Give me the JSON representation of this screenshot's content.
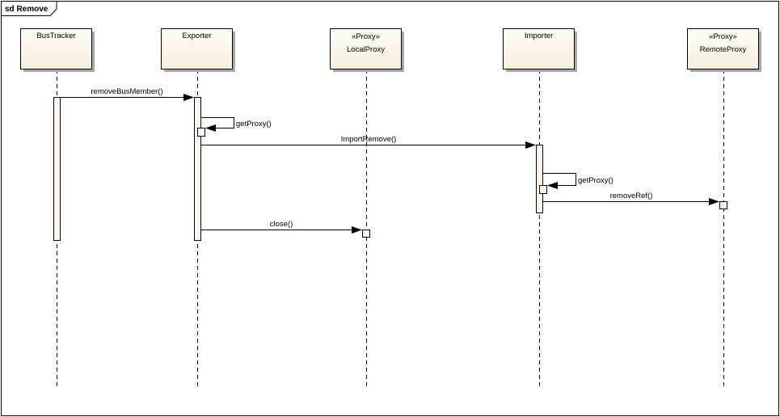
{
  "frame": {
    "title": "sd Remove"
  },
  "lifelines": [
    {
      "id": "bustracker",
      "stereotype": "",
      "name": "BusTracker"
    },
    {
      "id": "exporter",
      "stereotype": "",
      "name": "Exporter"
    },
    {
      "id": "localproxy",
      "stereotype": "«Proxy»",
      "name": "LocalProxy"
    },
    {
      "id": "importer",
      "stereotype": "",
      "name": "Importer"
    },
    {
      "id": "remoteproxy",
      "stereotype": "«Proxy»",
      "name": "RemoteProxy"
    }
  ],
  "messages": [
    {
      "id": "removeBusMember",
      "label": "removeBusMember()",
      "from": "BusTracker",
      "to": "Exporter"
    },
    {
      "id": "getProxy1",
      "label": "getProxy()",
      "from": "Exporter",
      "to": "Exporter"
    },
    {
      "id": "importRemove",
      "label": "ImportRemove()",
      "from": "Exporter",
      "to": "Importer"
    },
    {
      "id": "getProxy2",
      "label": "getProxy()",
      "from": "Importer",
      "to": "Importer"
    },
    {
      "id": "removeRef",
      "label": "removeRef()",
      "from": "Importer",
      "to": "RemoteProxy"
    },
    {
      "id": "close",
      "label": "close()",
      "from": "Exporter",
      "to": "LocalProxy"
    }
  ],
  "colors": {
    "box_fill": "#fbf7ea",
    "activation_fill": "#fdf6ea",
    "line": "#000000"
  }
}
